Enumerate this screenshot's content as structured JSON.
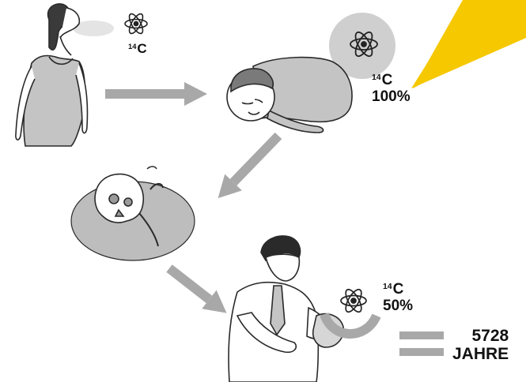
{
  "labels": {
    "isotope_mass": "14",
    "isotope_symbol": "C",
    "living_percent": "100%",
    "half_percent": "50%",
    "half_life_value": "5728",
    "half_life_unit": "JAHRE"
  },
  "colors": {
    "highlight": "#F5C800",
    "halo": "#BDBDBD",
    "arrow": "#A8A8A8",
    "skin_shade": "#C4C4C4",
    "outline": "#2A2A2A"
  },
  "icons": [
    "atom-icon",
    "atom-icon",
    "atom-icon"
  ]
}
